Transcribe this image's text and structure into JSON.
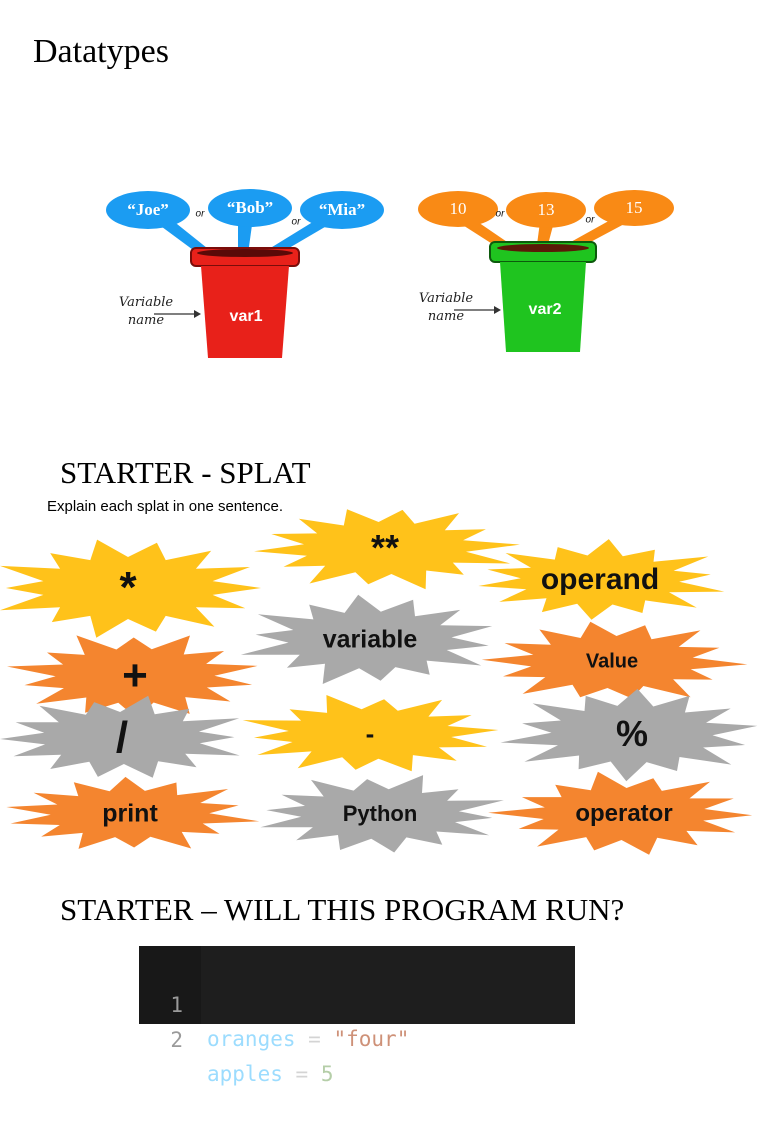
{
  "title": "Datatypes",
  "diagram": {
    "bucket1": {
      "name": "var1",
      "values": [
        "“Joe”",
        "“Bob”",
        "“Mia”"
      ]
    },
    "bucket2": {
      "name": "var2",
      "values": [
        "10",
        "13",
        "15"
      ]
    },
    "or_label": "or",
    "variable_name_label": "Variable name",
    "colors": {
      "red_bucket": "#e8211a",
      "green_bucket": "#1fc41f",
      "blue_bubble": "#1b9cf2",
      "orange_bubble": "#f98a15"
    }
  },
  "splat_section": {
    "heading": "STARTER - SPLAT",
    "instruction": "Explain each splat in one sentence.",
    "splats": [
      {
        "label": "*",
        "color": "#ffc21a"
      },
      {
        "label": "**",
        "color": "#ffc21a"
      },
      {
        "label": "operand",
        "color": "#ffc21a"
      },
      {
        "label": "+",
        "color": "#f4852f"
      },
      {
        "label": "variable",
        "color": "#a9a9a9"
      },
      {
        "label": "Value",
        "color": "#f4852f"
      },
      {
        "label": "/",
        "color": "#a9a9a9"
      },
      {
        "label": "-",
        "color": "#ffc21a"
      },
      {
        "label": "%",
        "color": "#a9a9a9"
      },
      {
        "label": "print",
        "color": "#f4852f"
      },
      {
        "label": "Python",
        "color": "#a9a9a9"
      },
      {
        "label": "operator",
        "color": "#f4852f"
      }
    ]
  },
  "run_section": {
    "heading": "STARTER – WILL THIS PROGRAM RUN?",
    "code": [
      {
        "line": "1",
        "var": "oranges",
        "op": "=",
        "value": "\"four\"",
        "kind": "str"
      },
      {
        "line": "2",
        "var": "apples",
        "op": "=",
        "value": "5",
        "kind": "num"
      }
    ]
  }
}
